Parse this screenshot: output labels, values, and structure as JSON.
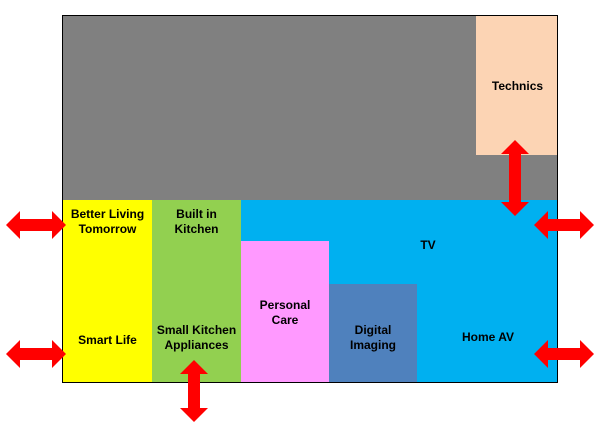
{
  "diagram": {
    "regions": {
      "technics": {
        "label": "Technics",
        "color": "#fcd4b4"
      },
      "better_living": {
        "label_line1": "Better Living",
        "label_line2": "Tomorrow",
        "color": "#ffff00"
      },
      "smart_life": {
        "label": "Smart Life"
      },
      "built_in": {
        "label_line1": "Built in",
        "label_line2": "Kitchen",
        "color": "#92d050"
      },
      "small_kitchen": {
        "label_line1": "Small Kitchen",
        "label_line2": "Appliances"
      },
      "tv": {
        "label": "TV",
        "color": "#00b0f0"
      },
      "personal_care": {
        "label_line1": "Personal",
        "label_line2": "Care",
        "color": "#ff99ff"
      },
      "digital_imaging": {
        "label_line1": "Digital",
        "label_line2": "Imaging",
        "color": "#4f81bd"
      },
      "home_av": {
        "label": "Home AV"
      }
    },
    "background_color": "#808080",
    "arrow_color": "#ff0000"
  }
}
